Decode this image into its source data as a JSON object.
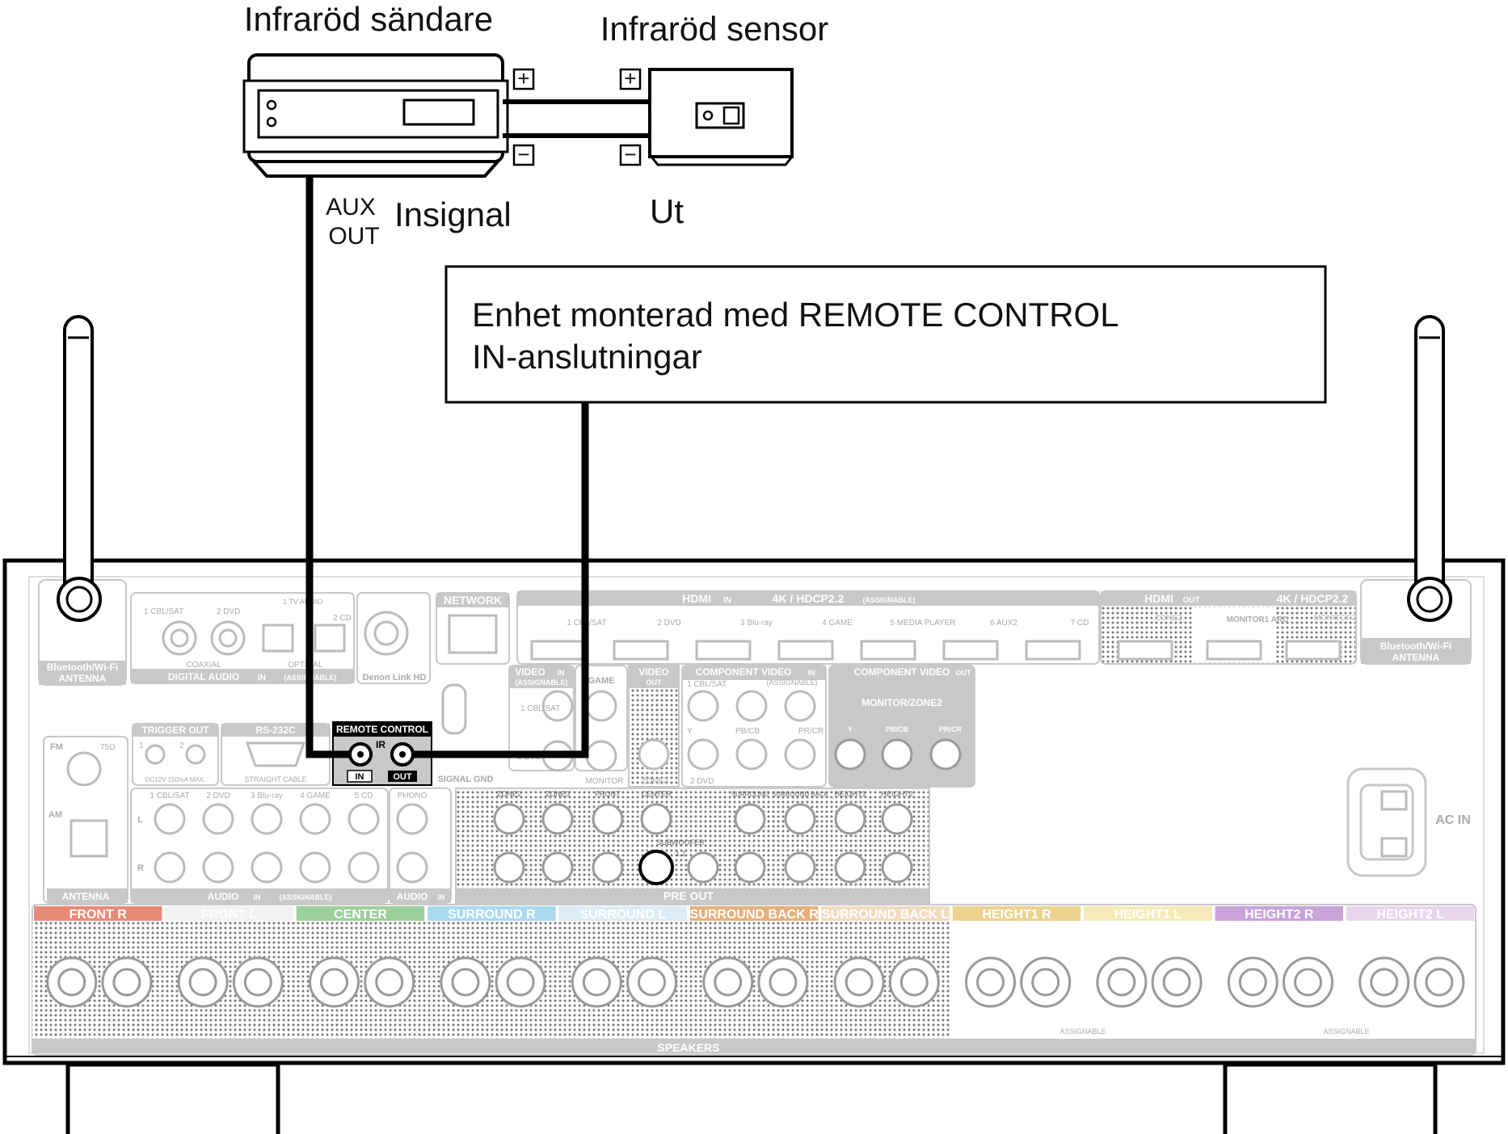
{
  "top": {
    "ir_transmitter": "Infraröd sändare",
    "ir_sensor": "Infraröd sensor",
    "aux_out_1": "AUX",
    "aux_out_2": "OUT",
    "input_signal": "Insignal",
    "output": "Ut",
    "plus": "+",
    "minus": "−"
  },
  "callout": {
    "line1": "Enhet monterad med REMOTE CONTROL",
    "line2": "IN-anslutningar"
  },
  "panel": {
    "bt_wifi_left": [
      "Bluetooth/Wi-Fi",
      "ANTENNA"
    ],
    "bt_wifi_right": [
      "Bluetooth/Wi-Fi",
      "ANTENNA"
    ],
    "digital_audio": {
      "inputs": [
        "1 CBL/SAT",
        "2 DVD",
        "1 TV AUDIO",
        "2 CD"
      ],
      "coaxial": "COAXIAL",
      "optical": "OPTICAL",
      "title": "DIGITAL AUDIO",
      "in": "IN",
      "assignable": "(ASSIGNABLE)"
    },
    "denon_link": "Denon Link HD",
    "network": "NETWORK",
    "hdmi_in": {
      "title": "HDMI",
      "in": "IN",
      "spec": "4K / HDCP2.2",
      "assignable": "(ASSIGNABLE)",
      "ports": [
        "1 CBL/SAT",
        "2 DVD",
        "3 Blu-ray",
        "4 GAME",
        "5 MEDIA PLAYER",
        "6 AUX2",
        "7 CD"
      ]
    },
    "hdmi_out": {
      "title": "HDMI",
      "out": "OUT",
      "spec": "4K / HDCP2.2",
      "ports": [
        "ZONE2",
        "MONITOR1 ARC",
        "MONITOR2"
      ]
    },
    "video_in": {
      "title": "VIDEO",
      "in": "IN",
      "assignable": "(ASSIGNABLE)",
      "ports": [
        "1 CBL/SAT",
        "2 DVD"
      ]
    },
    "game": "GAME",
    "video_out": {
      "title": "VIDEO",
      "out": "OUT",
      "ports": [
        "MONITOR",
        "ZONE2"
      ]
    },
    "component_in": {
      "title": "COMPONENT VIDEO",
      "in": "IN",
      "assignable": "(ASSIGNABLE)",
      "ports": [
        "1 CBL/SAT",
        "2 DVD"
      ],
      "y": "Y",
      "pb": "PB/CB",
      "pr": "PR/CR"
    },
    "component_out": {
      "title": "COMPONENT VIDEO",
      "out": "OUT",
      "sub": "MONITOR/ZONE2",
      "y": "Y",
      "pb": "PB/CB",
      "pr": "PR/CR"
    },
    "trigger_out": {
      "title": "TRIGGER OUT",
      "ports": [
        "1",
        "2"
      ],
      "spec": "DC12V 150mA MAX."
    },
    "rs232c": {
      "title": "RS-232C",
      "spec": "STRAIGHT CABLE"
    },
    "remote_control": {
      "title": "REMOTE CONTROL",
      "ir": "IR",
      "in": "IN",
      "out": "OUT"
    },
    "signal_gnd": "SIGNAL GND",
    "antenna": {
      "fm": "FM",
      "fm_ohm": "75Ω",
      "am": "AM",
      "title": "ANTENNA"
    },
    "audio_in": {
      "inputs": [
        "1 CBL/SAT",
        "2 DVD",
        "3 Blu-ray",
        "4 GAME",
        "5 CD"
      ],
      "title": "AUDIO",
      "in": "IN",
      "assignable": "(ASSIGNABLE)",
      "l": "L",
      "r": "R"
    },
    "phono": {
      "title": "PHONO",
      "sub": "AUDIO",
      "in": "IN"
    },
    "pre_out": {
      "title": "PRE OUT",
      "labels": [
        "ZONE2",
        "ZONE3",
        "FRONT",
        "CENTER",
        "SURROUND",
        "SURROUND BACK",
        "HEIGHT1",
        "HEIGHT2"
      ],
      "subwoofer": "SUBWOOFER",
      "sub_nums": "1  2"
    },
    "ac_in": "AC IN",
    "speakers": {
      "title": "SPEAKERS",
      "assignable_1": "ASSIGNABLE",
      "assignable_2": "ASSIGNABLE",
      "channels": [
        {
          "name": "FRONT",
          "side": "R",
          "color": "#e88a78"
        },
        {
          "name": "FRONT",
          "side": "L",
          "color": "#f2f2f2"
        },
        {
          "name": "CENTER",
          "side": "",
          "color": "#9ccf9a"
        },
        {
          "name": "SURROUND",
          "side": "R",
          "color": "#a9d9ee"
        },
        {
          "name": "SURROUND",
          "side": "L",
          "color": "#dcecf4"
        },
        {
          "name": "SURROUND BACK",
          "side": "R",
          "color": "#e6b07a"
        },
        {
          "name": "SURROUND BACK",
          "side": "L",
          "color": "#f2dcc0"
        },
        {
          "name": "HEIGHT1",
          "side": "R",
          "color": "#ecd28e"
        },
        {
          "name": "HEIGHT1",
          "side": "L",
          "color": "#f5eab8"
        },
        {
          "name": "HEIGHT2",
          "side": "R",
          "color": "#c9a3d8"
        },
        {
          "name": "HEIGHT2",
          "side": "L",
          "color": "#e8d6ef"
        }
      ]
    }
  }
}
